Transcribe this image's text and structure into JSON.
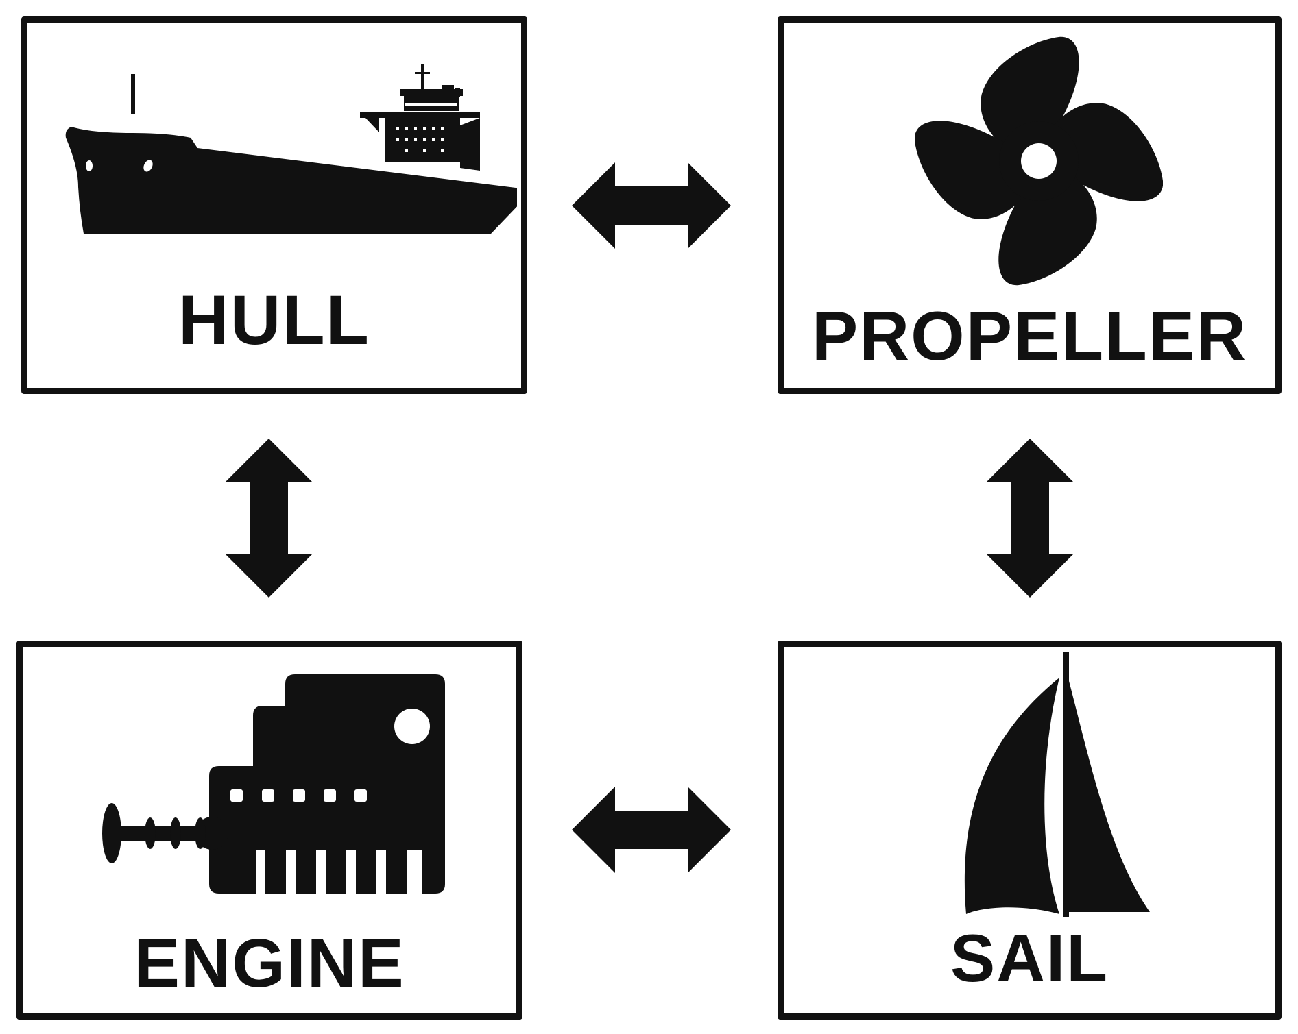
{
  "nodes": {
    "hull": {
      "label": "HULL",
      "icon": "ship-icon"
    },
    "propeller": {
      "label": "PROPELLER",
      "icon": "propeller-icon"
    },
    "engine": {
      "label": "ENGINE",
      "icon": "engine-icon"
    },
    "sail": {
      "label": "SAIL",
      "icon": "sailboat-icon"
    }
  },
  "connections": [
    {
      "from": "hull",
      "to": "propeller",
      "type": "bidirectional"
    },
    {
      "from": "hull",
      "to": "engine",
      "type": "bidirectional"
    },
    {
      "from": "propeller",
      "to": "sail",
      "type": "bidirectional"
    },
    {
      "from": "engine",
      "to": "sail",
      "type": "bidirectional"
    }
  ],
  "colors": {
    "ink": "#111111",
    "background": "#ffffff"
  }
}
